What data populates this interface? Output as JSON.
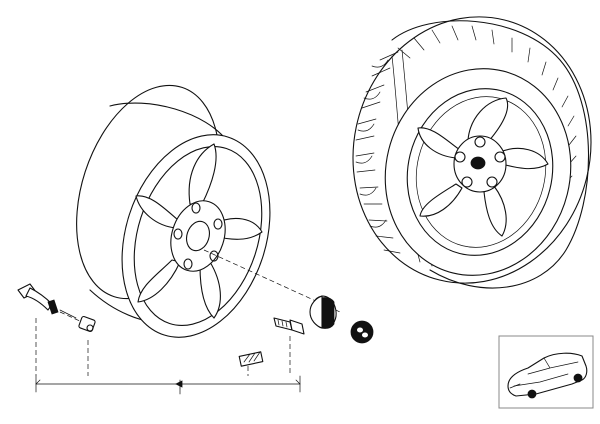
{
  "diagram": {
    "parts": [
      "light-alloy-rim",
      "complete-wheel-with-tyre",
      "valve-stem",
      "valve-cap",
      "wheel-bolt",
      "hub-cap",
      "emblem-badge",
      "balance-weight",
      "vehicle-thumbnail"
    ],
    "icons": {
      "valve": "valve-stem-icon",
      "bolt": "wheel-bolt-icon",
      "hubcap": "hub-cap-icon",
      "badge": "emblem-icon",
      "weight": "balance-weight-icon",
      "car": "car-icon"
    },
    "colors": {
      "line": "#111111",
      "background": "#ffffff",
      "frame": "#888888"
    }
  }
}
